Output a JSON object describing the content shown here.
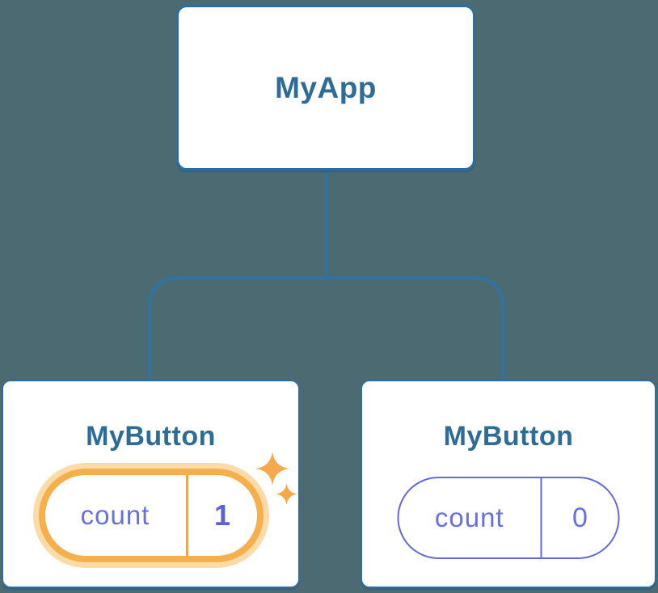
{
  "diagram": {
    "root": {
      "label": "MyApp"
    },
    "children": [
      {
        "label": "MyButton",
        "state_key": "count",
        "state_value": "1",
        "highlighted": true
      },
      {
        "label": "MyButton",
        "state_key": "count",
        "state_value": "0",
        "highlighted": false
      }
    ]
  },
  "icons": {
    "sparkles": "sparkles-icon (two four-point stars marking updated state)"
  },
  "colors": {
    "background": "#4C6A72",
    "connector": "#2F72A5",
    "node_border": "#2D6E9E",
    "node_text": "#2D6C96",
    "pill_indigo": "#6269DB",
    "pill_text": "#6770DF",
    "value_text": "#5B63D3",
    "highlight_ring": "#F6AF4D",
    "highlight_halo": "#FBDCA8",
    "highlight_divider": "#F2A63E",
    "sparkle": "#F5A94B"
  }
}
